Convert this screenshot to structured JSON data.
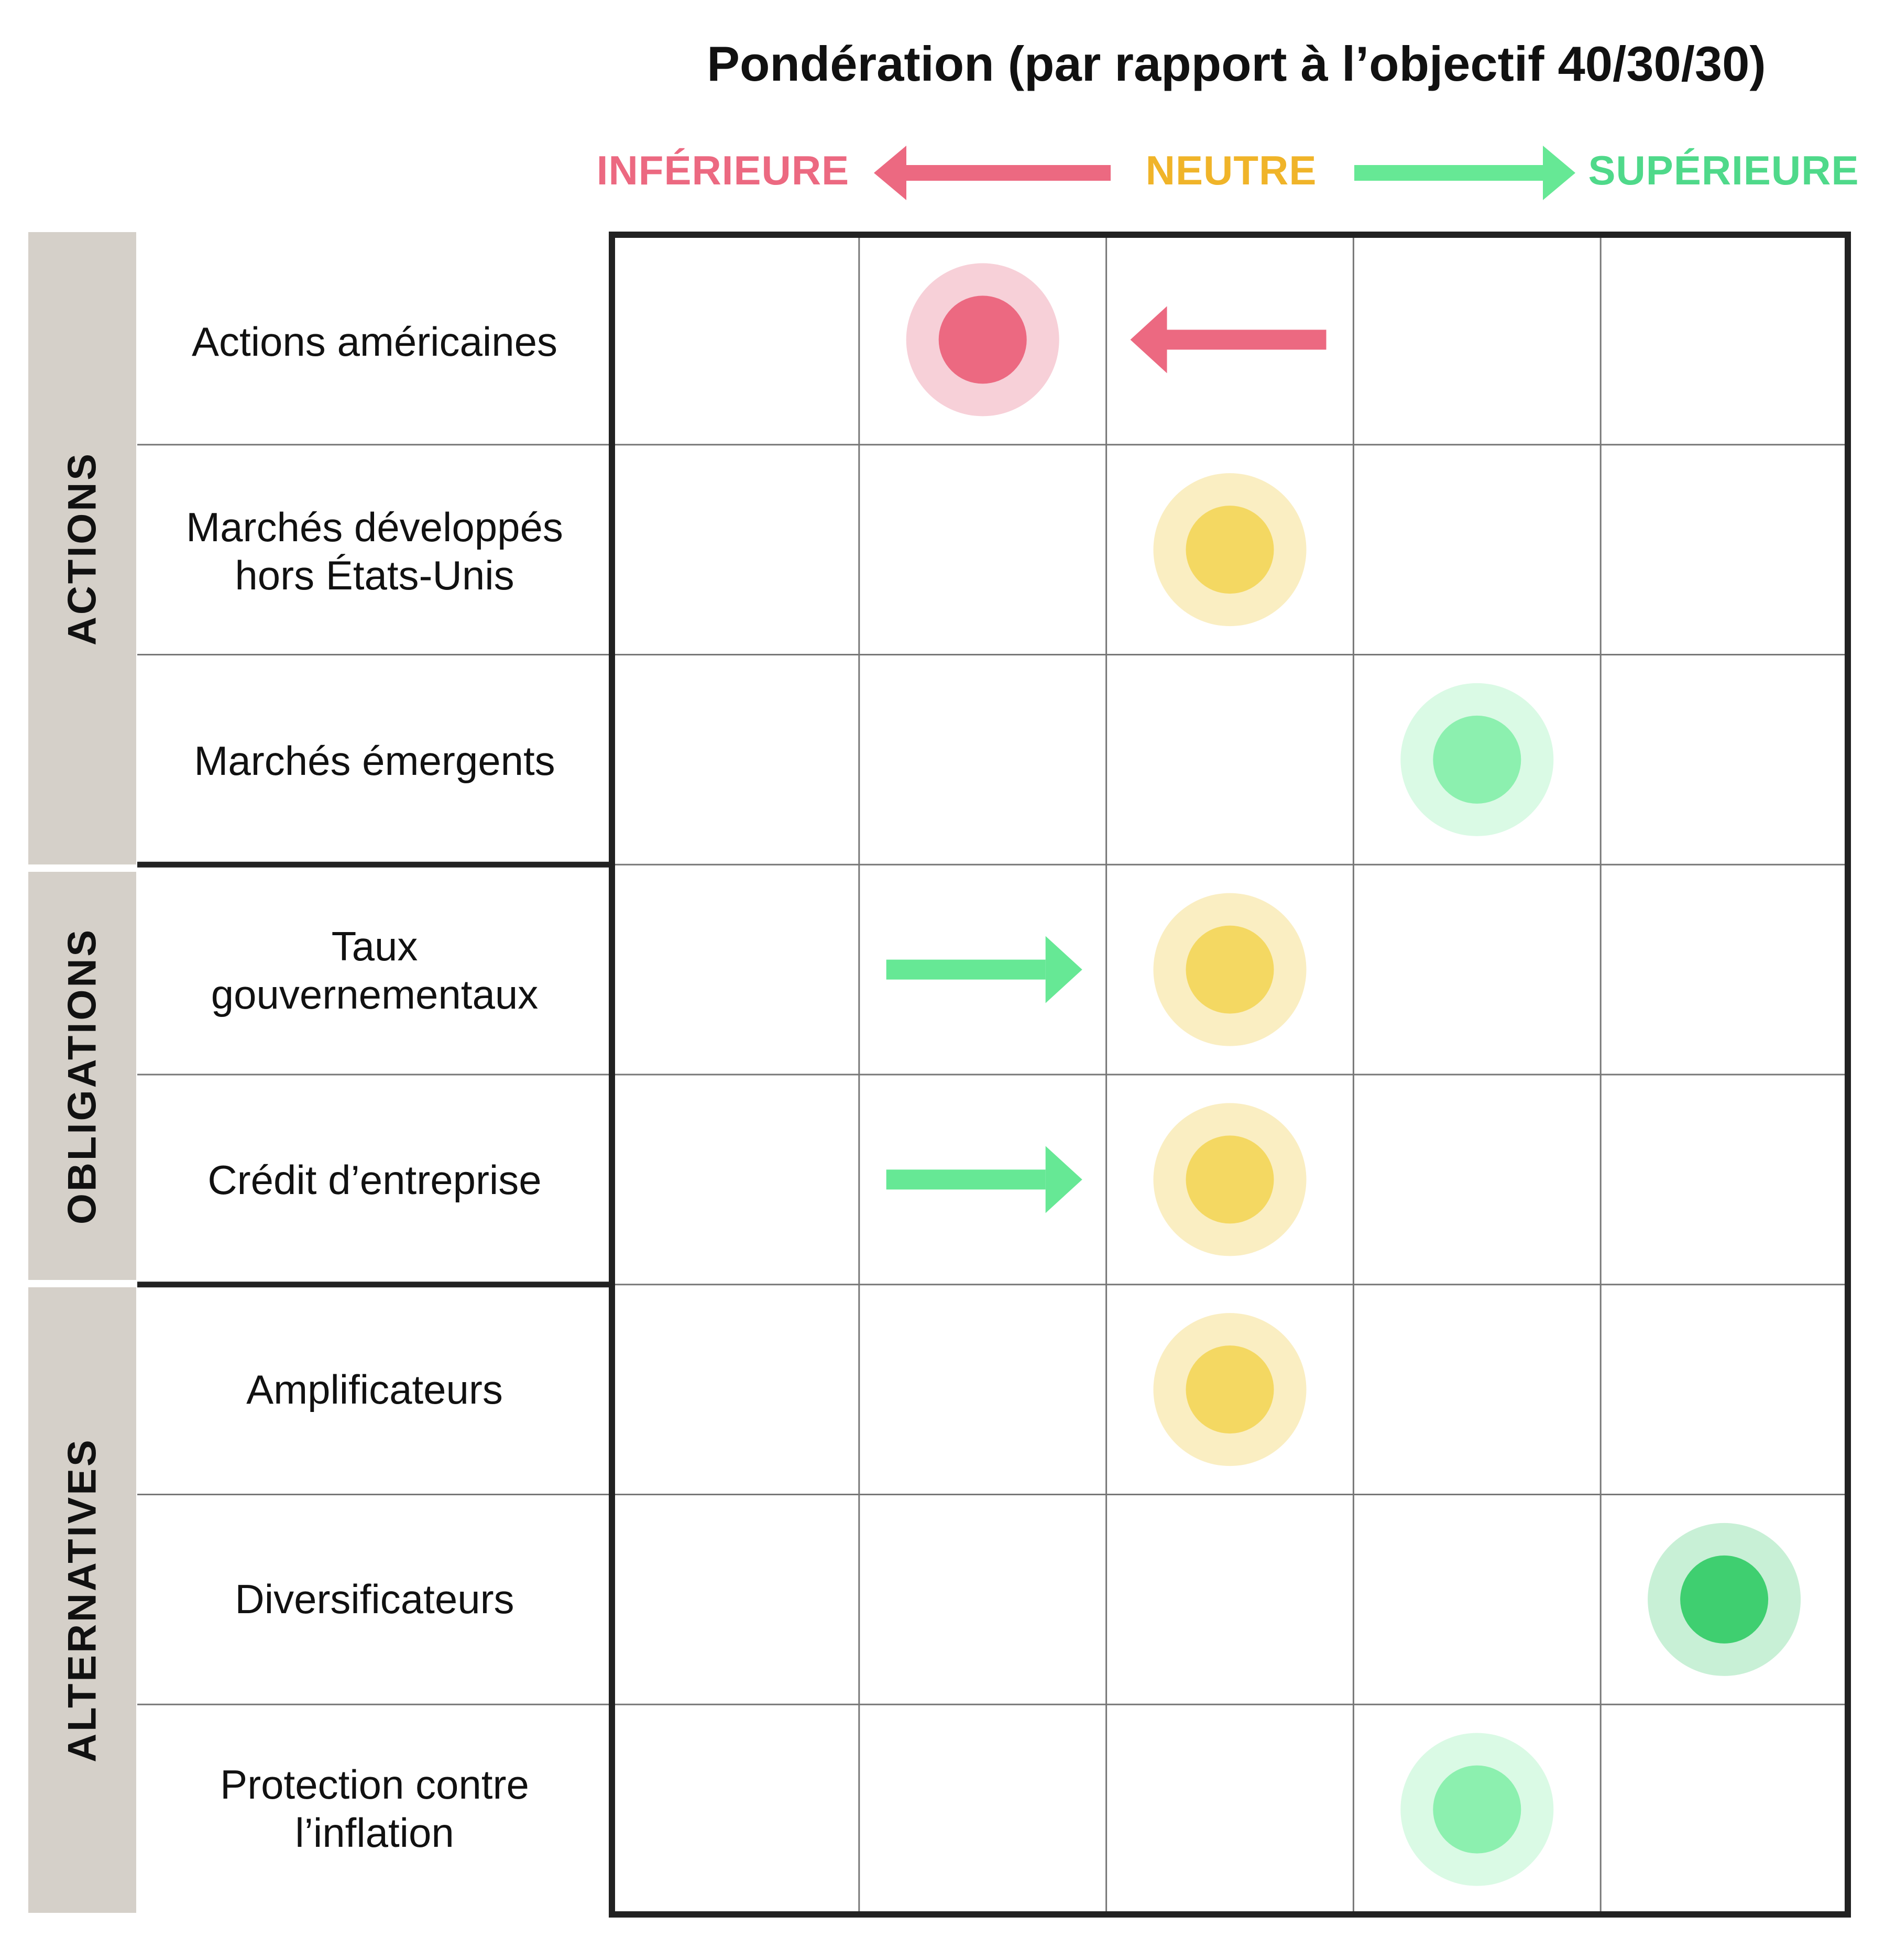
{
  "title": "Pondération (par rapport à l’objectif 40/30/30)",
  "scale": {
    "lower": "INFÉRIEURE",
    "neutral": "NEUTRE",
    "higher": "SUPÉRIEURE"
  },
  "columns": [
    "-2",
    "-1",
    "0",
    "+1",
    "+2"
  ],
  "groups": [
    {
      "label": "ACTIONS",
      "rows": [
        0,
        1,
        2
      ]
    },
    {
      "label": "OBLIGATIONS",
      "rows": [
        3,
        4
      ]
    },
    {
      "label": "ALTERNATIVES",
      "rows": [
        5,
        6,
        7
      ]
    }
  ],
  "rows": [
    {
      "label": "Actions américaines",
      "position": -1,
      "color": "red",
      "change": "lower",
      "arrow_from": 0
    },
    {
      "label": "Marchés développés\nhors États-Unis",
      "position": 0,
      "color": "yellow",
      "change": null
    },
    {
      "label": "Marchés émergents",
      "position": 1,
      "color": "lightgreen",
      "change": null
    },
    {
      "label": "Taux\ngouvernementaux",
      "position": 0,
      "color": "yellow",
      "change": "higher",
      "arrow_from": -1
    },
    {
      "label": "Crédit d’entreprise",
      "position": 0,
      "color": "yellow",
      "change": "higher",
      "arrow_from": -1
    },
    {
      "label": "Amplificateurs",
      "position": 0,
      "color": "yellow",
      "change": null
    },
    {
      "label": "Diversificateurs",
      "position": 2,
      "color": "darkgreen",
      "change": null
    },
    {
      "label": "Protection contre\nl’inflation",
      "position": 1,
      "color": "lightgreen",
      "change": null
    }
  ],
  "colors": {
    "red": {
      "inner": "#ec6981",
      "outer": "#f7d0d8"
    },
    "yellow": {
      "inner": "#f4d862",
      "outer": "#faeec2"
    },
    "lightgreen": {
      "inner": "#8cf0af",
      "outer": "#dafae5"
    },
    "darkgreen": {
      "inner": "#3fcf70",
      "outer": "#c8f0d6"
    },
    "arrow_lower": "#ec6981",
    "arrow_higher": "#66e895",
    "group_band": "#d5d0c9",
    "grid_line": "#777777",
    "frame": "#222222"
  }
}
